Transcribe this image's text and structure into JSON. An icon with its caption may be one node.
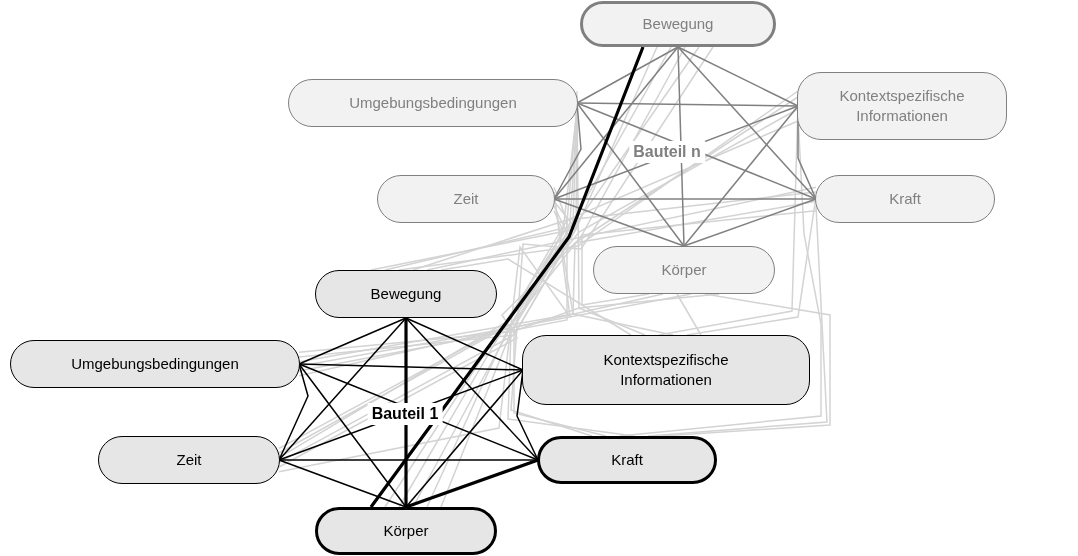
{
  "diagram": {
    "nodes": [
      {
        "text": [
          "Bewegung"
        ]
      },
      {
        "text": [
          "Umgebungsbedingungen"
        ]
      },
      {
        "text": [
          "Kontextspezifische Informationen"
        ]
      },
      {
        "text": [
          "Zeit"
        ]
      },
      {
        "text": [
          "Kraft"
        ]
      },
      {
        "text": [
          "Körper"
        ]
      },
      {
        "text": [
          "Bewegung"
        ]
      },
      {
        "text": [
          "Umgebungsbedingungen"
        ]
      },
      {
        "text": [
          "Kontextspezifische Informationen"
        ]
      },
      {
        "text": [
          "Zeit"
        ]
      },
      {
        "text": [
          "Kraft"
        ]
      },
      {
        "text": [
          "Körper"
        ]
      }
    ],
    "edges": [
      {
        "from": 0,
        "to": 1,
        "arrow": "none",
        "color": "#808080"
      },
      {
        "from": 0,
        "to": 2,
        "arrow": "none",
        "color": "#808080"
      },
      {
        "from": 0,
        "to": 3,
        "arrow": "none",
        "color": "#808080"
      },
      {
        "from": 0,
        "to": 4,
        "arrow": "none",
        "color": "#808080"
      },
      {
        "from": 0,
        "to": 5,
        "arrow": "none",
        "color": "#808080"
      },
      {
        "from": 1,
        "to": 2,
        "arrow": "none",
        "color": "#808080"
      },
      {
        "from": 1,
        "to": 3,
        "arrow": "none",
        "color": "#808080"
      },
      {
        "from": 1,
        "to": 4,
        "arrow": "none",
        "color": "#808080"
      },
      {
        "from": 1,
        "to": 5,
        "arrow": "none",
        "color": "#808080"
      },
      {
        "from": 2,
        "to": 3,
        "arrow": "none",
        "color": "#808080"
      },
      {
        "from": 2,
        "to": 4,
        "arrow": "none",
        "color": "#808080"
      },
      {
        "from": 2,
        "to": 5,
        "arrow": "none",
        "color": "#808080"
      },
      {
        "from": 3,
        "to": 4,
        "arrow": "none",
        "color": "#808080"
      },
      {
        "from": 3,
        "to": 5,
        "arrow": "none",
        "color": "#808080"
      },
      {
        "from": 4,
        "to": 5,
        "arrow": "none",
        "color": "#808080"
      },
      {
        "from": 6,
        "to": 7,
        "arrow": "none",
        "color": "#000000"
      },
      {
        "from": 6,
        "to": 8,
        "arrow": "none",
        "color": "#000000"
      },
      {
        "from": 6,
        "to": 9,
        "arrow": "none",
        "color": "#000000"
      },
      {
        "from": 6,
        "to": 10,
        "arrow": "none",
        "color": "#000000"
      },
      {
        "from": 6,
        "to": 11,
        "arrow": "none",
        "color": "#000000",
        "style": "thick"
      },
      {
        "from": 7,
        "to": 8,
        "arrow": "none",
        "color": "#000000"
      },
      {
        "from": 7,
        "to": 9,
        "arrow": "none",
        "color": "#000000"
      },
      {
        "from": 7,
        "to": 10,
        "arrow": "none",
        "color": "#000000"
      },
      {
        "from": 7,
        "to": 11,
        "arrow": "none",
        "color": "#000000"
      },
      {
        "from": 8,
        "to": 9,
        "arrow": "none",
        "color": "#000000"
      },
      {
        "from": 8,
        "to": 10,
        "arrow": "none",
        "color": "#000000"
      },
      {
        "from": 8,
        "to": 11,
        "arrow": "none",
        "color": "#000000"
      },
      {
        "from": 9,
        "to": 10,
        "arrow": "none",
        "color": "#000000"
      },
      {
        "from": 9,
        "to": 11,
        "arrow": "none",
        "color": "#000000"
      },
      {
        "from": 10,
        "to": 11,
        "arrow": "none",
        "color": "#000000",
        "style": "thick"
      },
      {
        "from": 11,
        "to": 0,
        "arrow": "none",
        "color": "#000000",
        "style": "thick"
      },
      {
        "from": 6,
        "to": 0,
        "arrow": "none"
      },
      {
        "from": 6,
        "to": 1,
        "arrow": "none"
      },
      {
        "from": 6,
        "to": 2,
        "arrow": "none"
      },
      {
        "from": 6,
        "to": 3,
        "arrow": "none"
      },
      {
        "from": 6,
        "to": 4,
        "arrow": "none"
      },
      {
        "from": 6,
        "to": 5,
        "arrow": "none"
      },
      {
        "from": 7,
        "to": 0,
        "arrow": "none"
      },
      {
        "from": 7,
        "to": 1,
        "arrow": "none"
      },
      {
        "from": 7,
        "to": 2,
        "arrow": "none"
      },
      {
        "from": 7,
        "to": 3,
        "arrow": "none"
      },
      {
        "from": 7,
        "to": 4,
        "arrow": "none"
      },
      {
        "from": 7,
        "to": 5,
        "arrow": "none"
      },
      {
        "from": 8,
        "to": 0,
        "arrow": "none"
      },
      {
        "from": 8,
        "to": 1,
        "arrow": "none"
      },
      {
        "from": 8,
        "to": 2,
        "arrow": "none"
      },
      {
        "from": 8,
        "to": 3,
        "arrow": "none"
      },
      {
        "from": 8,
        "to": 4,
        "arrow": "none"
      },
      {
        "from": 8,
        "to": 5,
        "arrow": "none"
      },
      {
        "from": 9,
        "to": 0,
        "arrow": "none"
      },
      {
        "from": 9,
        "to": 1,
        "arrow": "none"
      },
      {
        "from": 9,
        "to": 2,
        "arrow": "none"
      },
      {
        "from": 9,
        "to": 3,
        "arrow": "none"
      },
      {
        "from": 9,
        "to": 4,
        "arrow": "none"
      },
      {
        "from": 9,
        "to": 5,
        "arrow": "none"
      },
      {
        "from": 10,
        "to": 0,
        "arrow": "none"
      },
      {
        "from": 10,
        "to": 1,
        "arrow": "none"
      },
      {
        "from": 10,
        "to": 2,
        "arrow": "none"
      },
      {
        "from": 10,
        "to": 3,
        "arrow": "none"
      },
      {
        "from": 10,
        "to": 4,
        "arrow": "none"
      },
      {
        "from": 10,
        "to": 5,
        "arrow": "none"
      },
      {
        "from": 11,
        "to": 1,
        "arrow": "none"
      },
      {
        "from": 11,
        "to": 2,
        "arrow": "none"
      },
      {
        "from": 11,
        "to": 3,
        "arrow": "none"
      },
      {
        "from": 11,
        "to": 4,
        "arrow": "none"
      },
      {
        "from": 11,
        "to": 5,
        "arrow": "none"
      }
    ],
    "labels": [
      "Bauteil n",
      "Bauteil 1"
    ]
  }
}
